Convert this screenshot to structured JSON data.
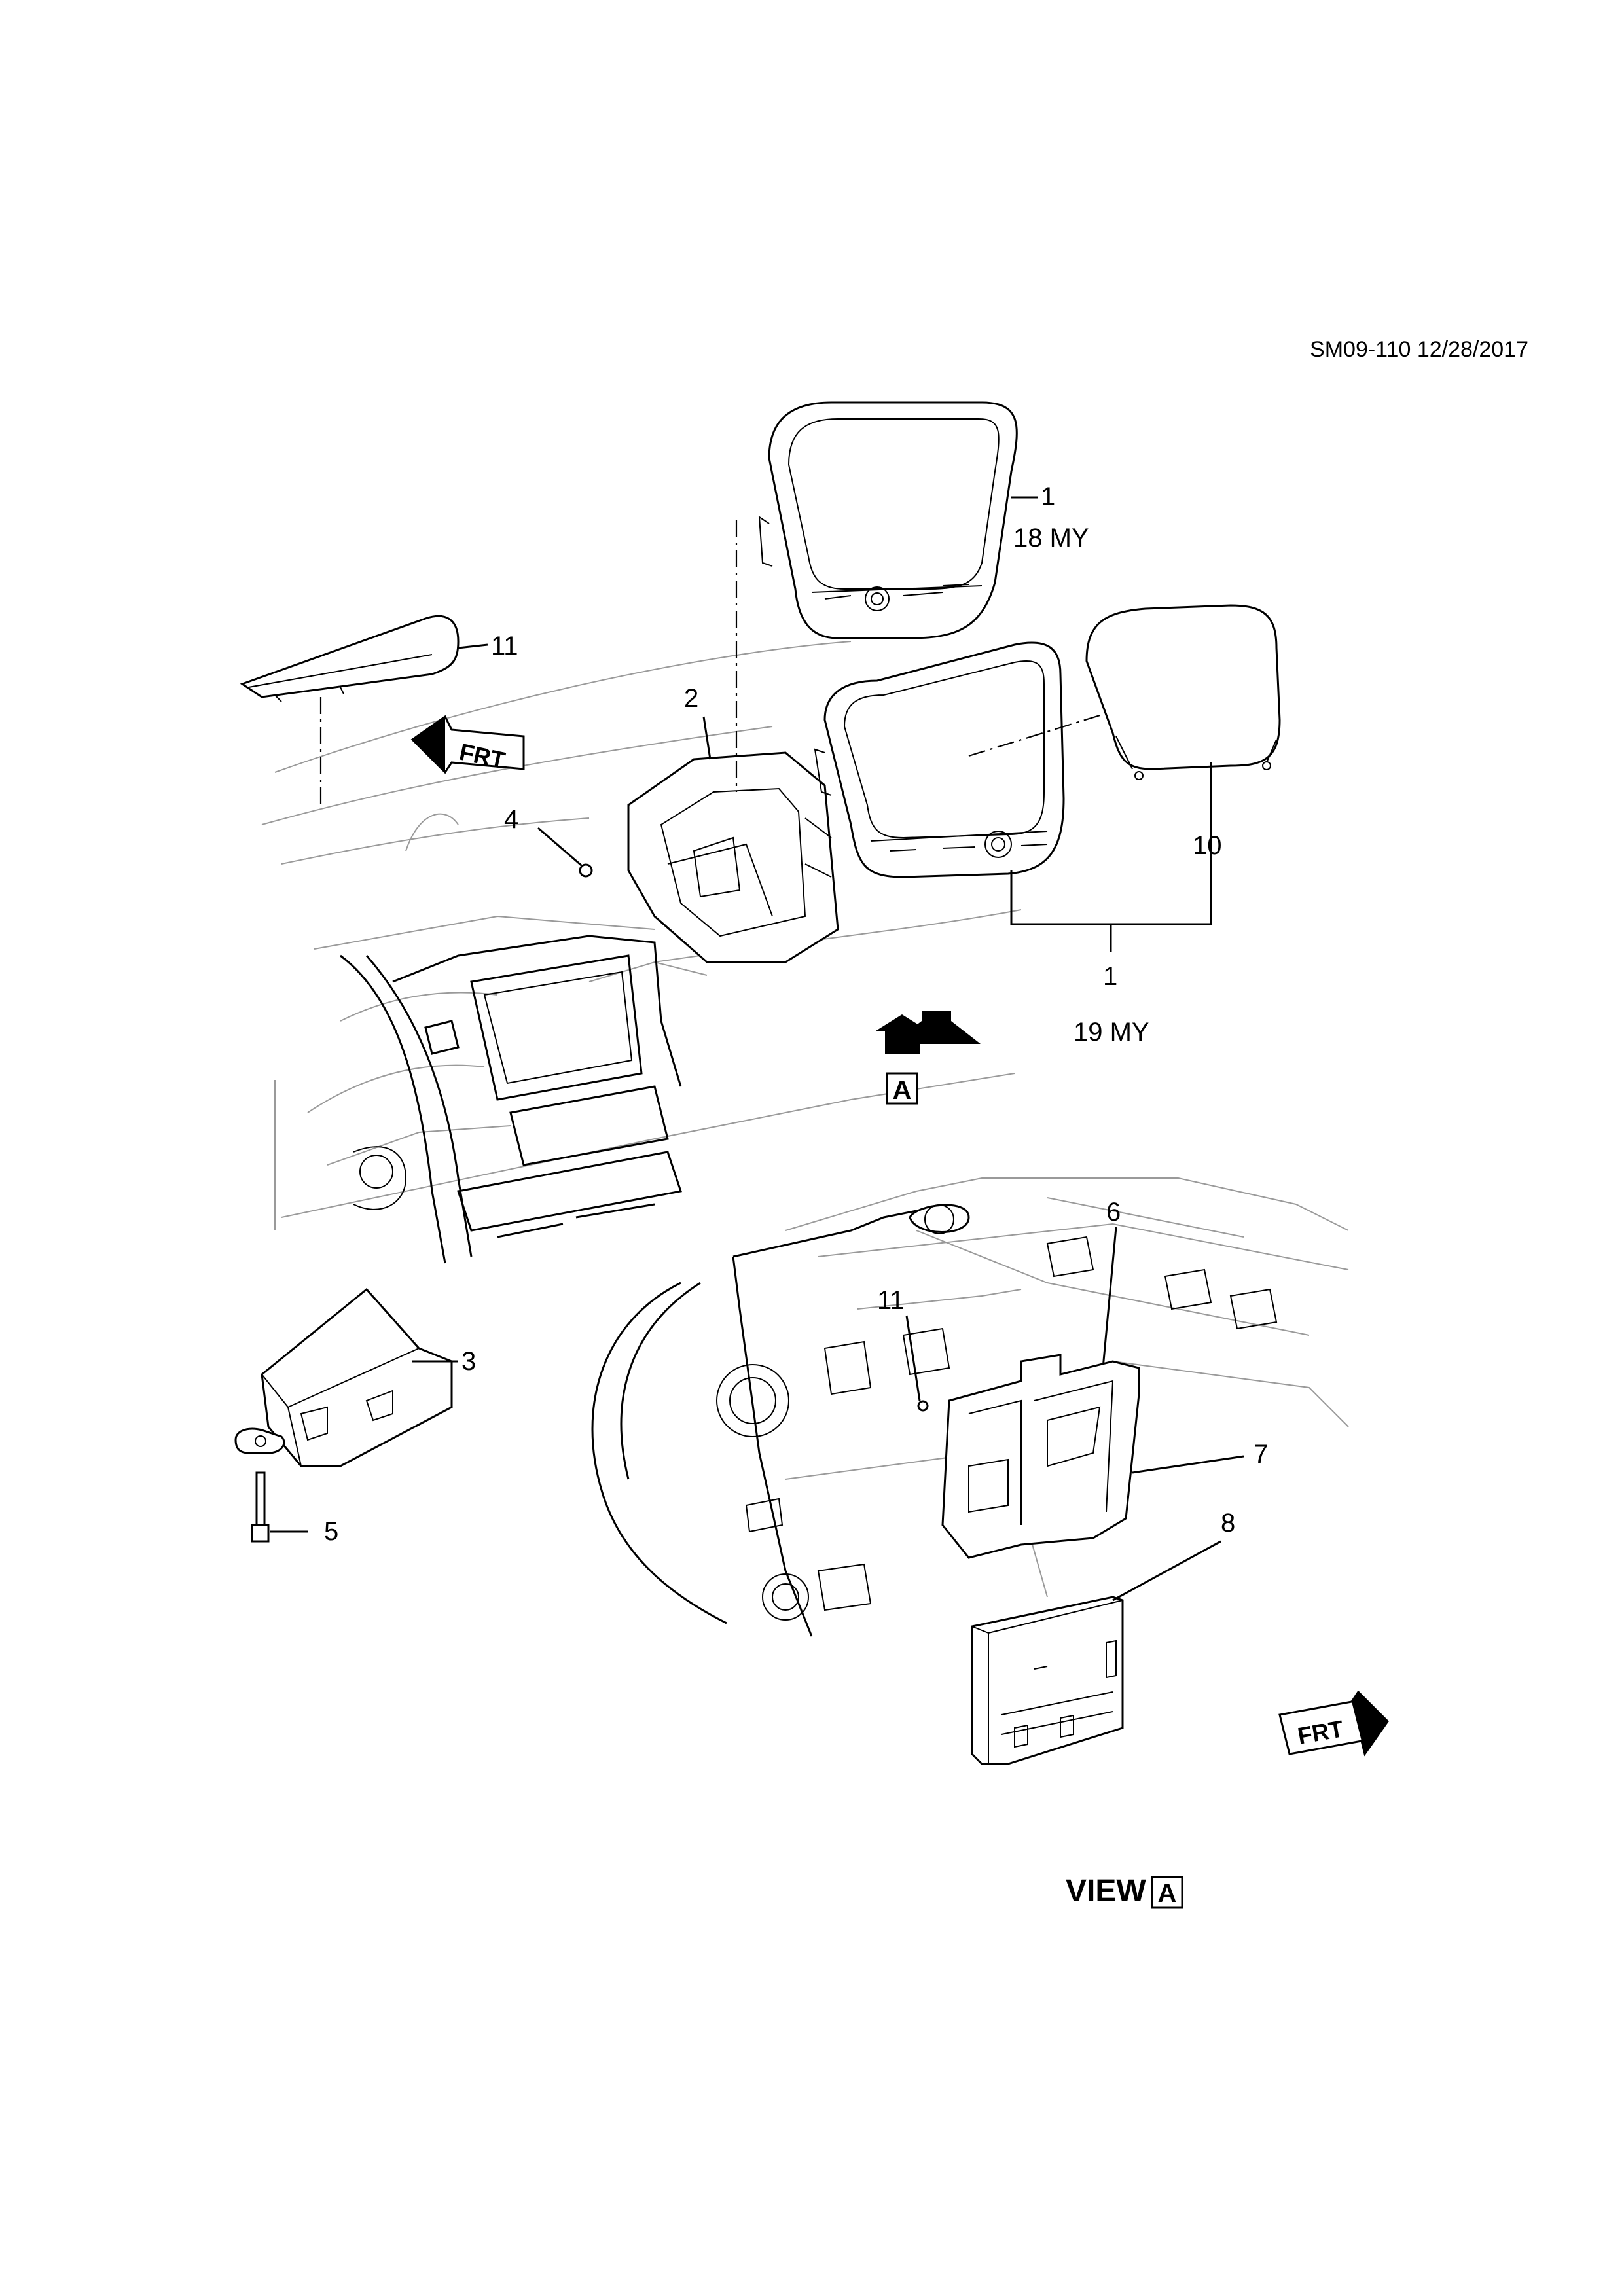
{
  "header": {
    "doc_ref": "SM09-110 12/28/2017"
  },
  "callouts": {
    "c1_18my": "1",
    "my18": "18 MY",
    "c11_top": "11",
    "c2": "2",
    "c4": "4",
    "c10": "10",
    "c1_19my": "1",
    "my19": "19 MY",
    "view_letter": "A",
    "c6": "6",
    "c11_bottom": "11",
    "c3": "3",
    "c7": "7",
    "c5": "5",
    "c8": "8"
  },
  "arrows": {
    "front_top": "FRT",
    "front_bottom": "FRT"
  },
  "view_caption": {
    "word": "VIEW",
    "letter": "A"
  }
}
